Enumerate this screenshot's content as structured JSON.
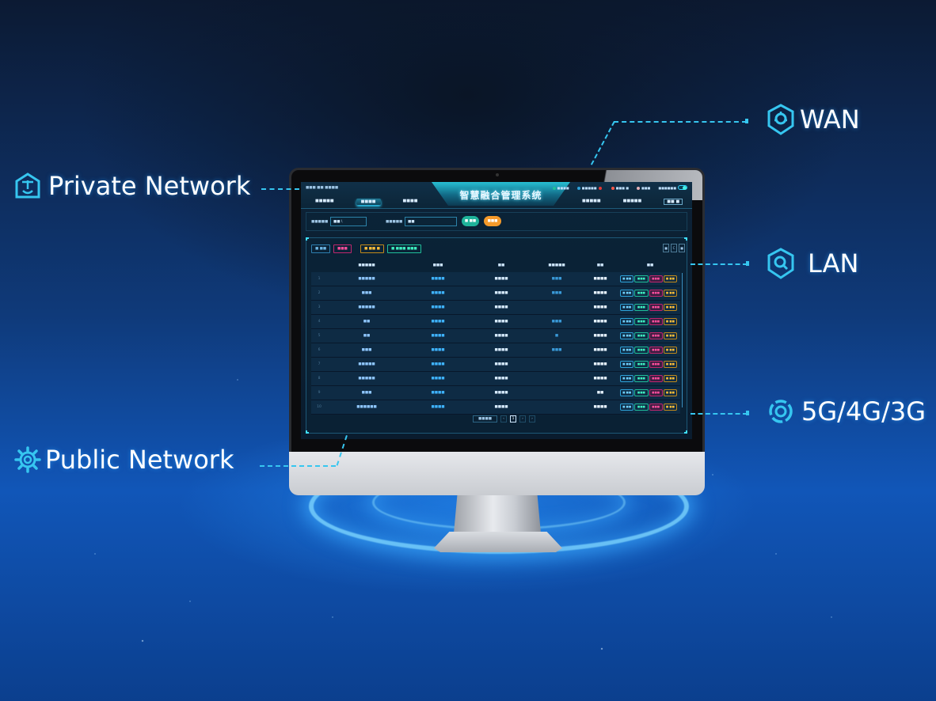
{
  "callouts": {
    "private_network": "Private Network",
    "public_network": "Public Network",
    "wan": "WAN",
    "lan": "LAN",
    "cellular": "5G/4G/3G"
  },
  "colors": {
    "accent_cyan": "#36c6f0",
    "background_blue": "#1156b8",
    "screen_bg": "#0d2236",
    "btn_green": "#1fbf9a",
    "btn_orange": "#f59a2a",
    "tag_pink": "#c0266e",
    "tag_yellow": "#c28a1a"
  },
  "screen": {
    "title": "智慧融合管理系统",
    "sys_time": "■■■ ■■ ■■■■",
    "nav_left": [
      "■■■■■",
      "■■■■",
      "■■■■"
    ],
    "nav_right": [
      "■■■■■",
      "■■■■■"
    ],
    "nav_button": "■■ ■",
    "status": [
      "■■■■",
      "■■■■■",
      "■■■ ■",
      "■■■",
      "■■■■■■"
    ],
    "search": {
      "label1": "■■■■■",
      "value1": "■■ \\",
      "label2": "■■■■■",
      "value2": "■■",
      "search_btn": "■ ■■",
      "reset_btn": "■■■"
    },
    "toolbar": [
      "■ ■■",
      "■■■",
      "■ ■■ ■",
      "■ ■■■ ■■■"
    ],
    "toolbar_icons": [
      "■",
      "C",
      "■"
    ],
    "columns": [
      "",
      "■■■■■",
      "■■■",
      "■■",
      "■■■■■",
      "■■",
      "■■"
    ],
    "rows": [
      {
        "idx": "1",
        "c1": "■■■■■",
        "c2": "■■■■",
        "c3": "■■■■",
        "c4": "■■■",
        "c5": "■■■■"
      },
      {
        "idx": "2",
        "c1": "■■■",
        "c2": "■■■■",
        "c3": "■■■■",
        "c4": "■■■",
        "c5": "■■■■"
      },
      {
        "idx": "3",
        "c1": "■■■■■",
        "c2": "■■■■",
        "c3": "■■■■",
        "c4": "",
        "c5": "■■■■"
      },
      {
        "idx": "4",
        "c1": "■■",
        "c2": "■■■■",
        "c3": "■■■■",
        "c4": "■■■",
        "c5": "■■■■"
      },
      {
        "idx": "5",
        "c1": "■■",
        "c2": "■■■■",
        "c3": "■■■■",
        "c4": "■",
        "c5": "■■■■"
      },
      {
        "idx": "6",
        "c1": "■■■",
        "c2": "■■■■",
        "c3": "■■■■",
        "c4": "■■■",
        "c5": "■■■■"
      },
      {
        "idx": "7",
        "c1": "■■■■■",
        "c2": "■■■■",
        "c3": "■■■■",
        "c4": "",
        "c5": "■■■■"
      },
      {
        "idx": "8",
        "c1": "■■■■■",
        "c2": "■■■■",
        "c3": "■■■■",
        "c4": "",
        "c5": "■■■■"
      },
      {
        "idx": "9",
        "c1": "■■■",
        "c2": "■■■■",
        "c3": "■■■■",
        "c4": "",
        "c5": "■■"
      },
      {
        "idx": "10",
        "c1": "■■■■■■",
        "c2": "■■■■",
        "c3": "■■■■",
        "c4": "",
        "c5": "■■■■"
      }
    ],
    "ops": [
      "■ ■■",
      "■■■",
      "■■■",
      "■ ■■"
    ],
    "pager": {
      "page_size": "■■■■",
      "prev": "‹",
      "current": "1",
      "next_a": "›",
      "next_b": "›"
    }
  }
}
